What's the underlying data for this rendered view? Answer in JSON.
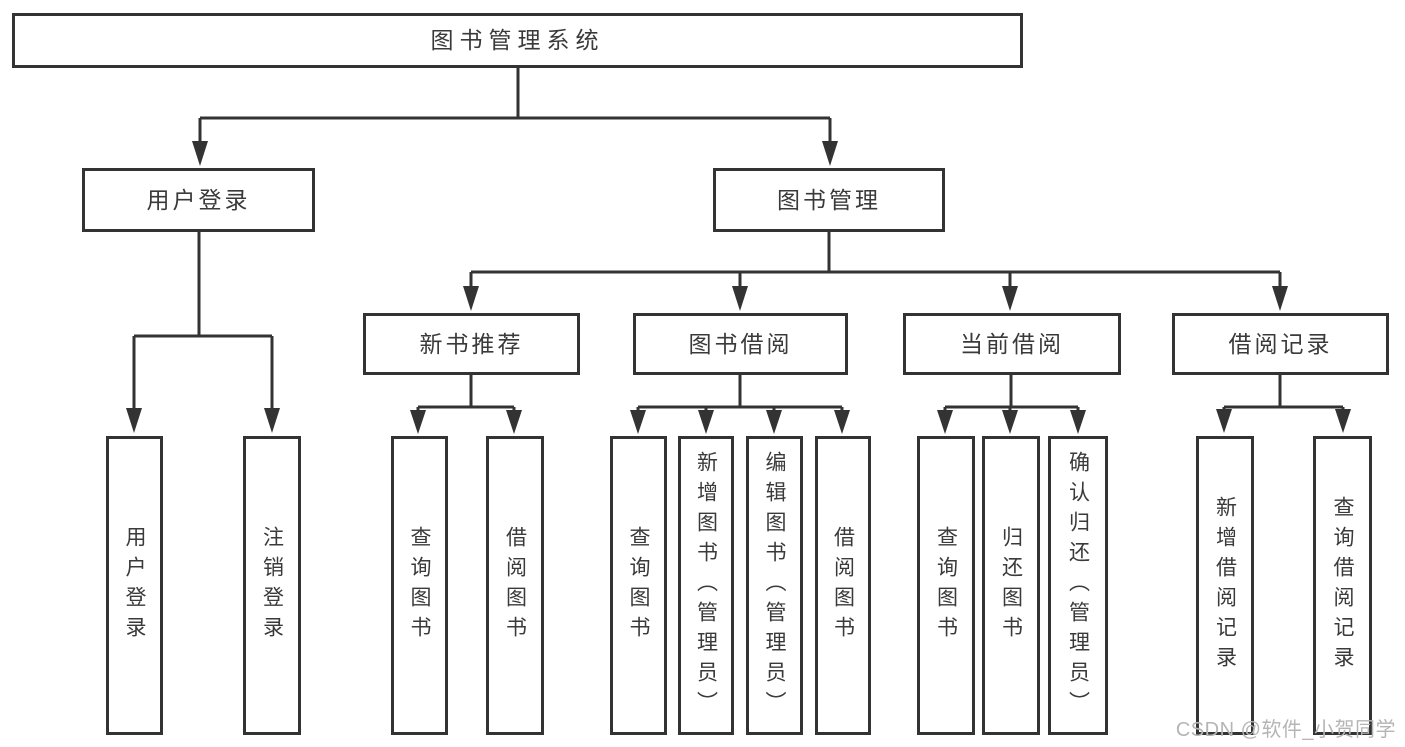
{
  "watermark": "CSDN @软件_小贺同学",
  "colors": {
    "line": "#333333",
    "box_border": "#333333",
    "box_background": "#ffffff",
    "text": "#3a3a3a",
    "watermark": "#b5b5b5",
    "page_background": "#ffffff"
  },
  "tree": {
    "root": {
      "label": "图书管理系统"
    },
    "branches": [
      {
        "label": "用户登录",
        "children": [
          {
            "label": "用户登录"
          },
          {
            "label": "注销登录"
          }
        ]
      },
      {
        "label": "图书管理",
        "children": [
          {
            "label": "新书推荐",
            "children": [
              {
                "label": "查询图书"
              },
              {
                "label": "借阅图书"
              }
            ]
          },
          {
            "label": "图书借阅",
            "children": [
              {
                "label": "查询图书"
              },
              {
                "label": "新增图书（管理员）"
              },
              {
                "label": "编辑图书（管理员）"
              },
              {
                "label": "借阅图书"
              }
            ]
          },
          {
            "label": "当前借阅",
            "children": [
              {
                "label": "查询图书"
              },
              {
                "label": "归还图书"
              },
              {
                "label": "确认归还（管理员）"
              }
            ]
          },
          {
            "label": "借阅记录",
            "children": [
              {
                "label": "新增借阅记录"
              },
              {
                "label": "查询借阅记录"
              }
            ]
          }
        ]
      }
    ]
  }
}
